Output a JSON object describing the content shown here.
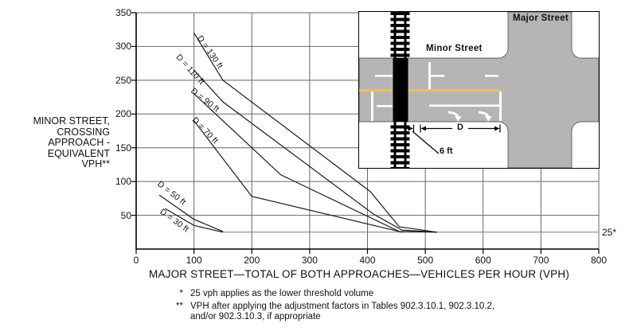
{
  "chart_data": {
    "type": "line",
    "title": "",
    "xlabel": "MAJOR STREET—TOTAL OF BOTH APPROACHES—VEHICLES PER HOUR (VPH)",
    "ylabel_lines": [
      "MINOR STREET,",
      "CROSSING",
      "APPROACH -",
      "EQUIVALENT",
      "VPH**"
    ],
    "xlim": [
      0,
      800
    ],
    "ylim": [
      0,
      350
    ],
    "x_ticks": [
      0,
      100,
      200,
      300,
      400,
      500,
      600,
      700,
      800
    ],
    "y_ticks": [
      50,
      100,
      150,
      200,
      250,
      300,
      350
    ],
    "grid": true,
    "legend_position": "labels-on-curves",
    "series": [
      {
        "name": "D = 130 ft",
        "points": [
          [
            100,
            320
          ],
          [
            150,
            250
          ],
          [
            405,
            85
          ],
          [
            455,
            33
          ],
          [
            520,
            25
          ]
        ]
      },
      {
        "name": "D = 110 ft",
        "points": [
          [
            100,
            265
          ],
          [
            150,
            218
          ],
          [
            410,
            52
          ],
          [
            460,
            28
          ],
          [
            520,
            25
          ]
        ]
      },
      {
        "name": "D = 90 ft",
        "points": [
          [
            100,
            230
          ],
          [
            250,
            110
          ],
          [
            455,
            26
          ],
          [
            520,
            25
          ]
        ]
      },
      {
        "name": "D = 70 ft",
        "points": [
          [
            100,
            190
          ],
          [
            200,
            78
          ],
          [
            460,
            25
          ]
        ]
      },
      {
        "name": "D = 50 ft",
        "points": [
          [
            40,
            80
          ],
          [
            100,
            44
          ],
          [
            150,
            26
          ]
        ]
      },
      {
        "name": "D = 30 ft",
        "points": [
          [
            50,
            60
          ],
          [
            100,
            35
          ],
          [
            150,
            25
          ]
        ]
      }
    ],
    "threshold_line": {
      "y": 25,
      "x_start": 150,
      "x_end": 800,
      "label": "25*"
    }
  },
  "footnotes": [
    {
      "symbol": "*",
      "text": "25 vph applies as the lower threshold volume"
    },
    {
      "symbol": "**",
      "lines": [
        "VPH after applying the adjustment factors in Tables 902.3.10.1, 902.3.10.2,",
        "and/or 902.3.10.3, if appropriate"
      ]
    }
  ],
  "inset": {
    "major_street_label": "Major Street",
    "minor_street_label": "Minor Street",
    "dimension_label": "D",
    "track_offset_label": "6 ft"
  },
  "colors": {
    "road": "#b5b5b5",
    "centerline_yellow": "#f2c23e",
    "marking_white": "#ffffff",
    "curve": "#1b1b1b",
    "grid": "#666666",
    "axis": "#000000",
    "threshold": "#7d7d7d",
    "track": "#000000"
  }
}
